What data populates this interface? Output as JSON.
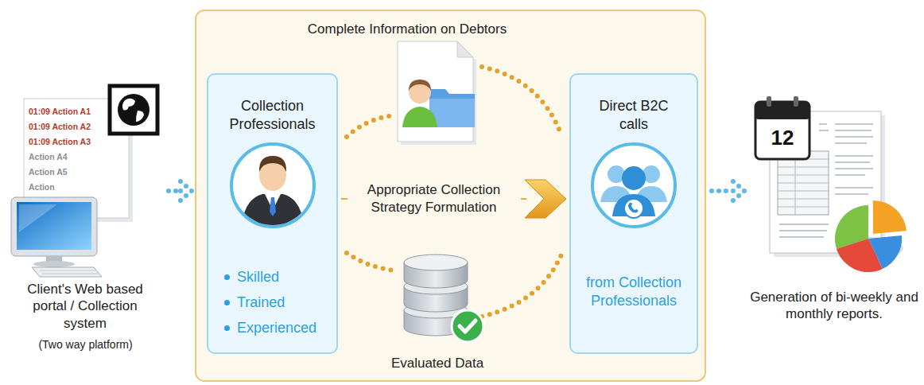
{
  "diagram": {
    "nodes": [
      {
        "text": [
          "Client's Web based portal / Collection system",
          "(Two way platform)"
        ]
      },
      {
        "text": [
          "Complete Information on Debtors"
        ]
      },
      {
        "text": [
          "Collection Professionals",
          "Skilled",
          "Trained",
          "Experienced"
        ],
        "in": 1
      },
      {
        "text": [
          "Direct B2C calls",
          "from Collection Professionals"
        ],
        "in": 1
      },
      {
        "text": [
          "Generation of bi-weekly and monthly reports."
        ]
      }
    ],
    "edges": [
      {
        "from": 0,
        "to": 1,
        "arrow": "to"
      },
      {
        "from": 2,
        "to": 3,
        "label": "Appropriate Collection Strategy Formulation",
        "arrow": "to"
      },
      {
        "from": 1,
        "to": 4,
        "arrow": "to"
      }
    ],
    "labels": [
      "01:09 Action A1",
      "01:09 Action A2",
      "01:09 Action A3",
      "Action A4",
      "Action A5",
      "Action",
      "12",
      "Evaluated Data"
    ]
  }
}
